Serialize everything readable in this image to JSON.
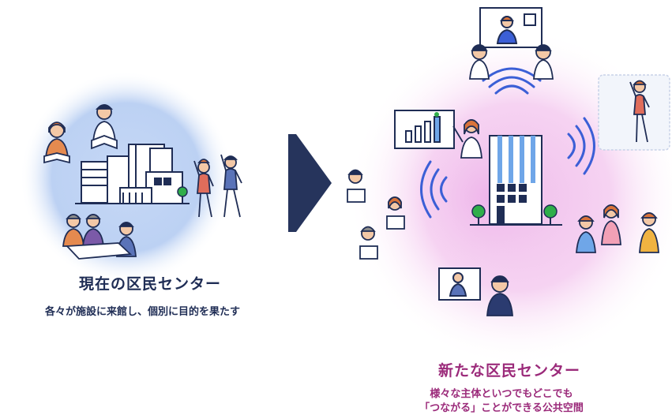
{
  "current": {
    "title": "現在の区民センター",
    "subtitle": "各々が施設に来館し、個別に目的を果たす"
  },
  "future": {
    "title": "新たな区民センター",
    "subtitle_line1": "様々な主体といつでもどこでも",
    "subtitle_line2": "「つながる」ことができる公共空間"
  },
  "colors": {
    "navy": "#1f2d55",
    "magenta": "#9b2a7a",
    "blue_glow": "#b8cdf2",
    "pink_glow": "#f3c6ef",
    "wifi_blue": "#3b5fd6",
    "tree_green": "#2fae4a",
    "skin": "#f3c8a6",
    "hair_orange": "#d9733a"
  },
  "icons": [
    "building-icon",
    "arrow-icon",
    "wifi-icon",
    "tree-icon",
    "person-icon",
    "monitor-icon",
    "chart-icon",
    "laptop-icon"
  ]
}
